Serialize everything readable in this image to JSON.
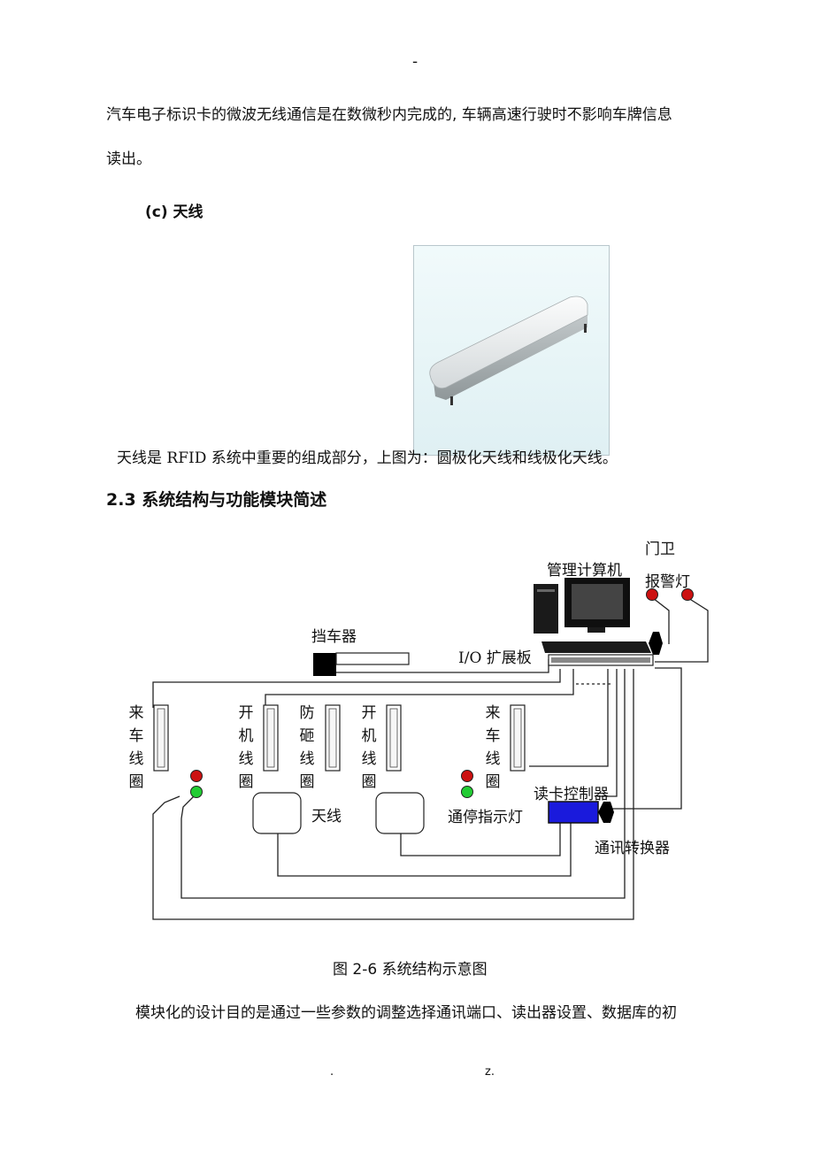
{
  "header": {
    "mark": "-"
  },
  "paragraphs": {
    "p1_line1": "汽车电子标识卡的微波无线通信是在数微秒内完成的, 车辆高速行驶时不影响车牌信息",
    "p1_line2": "读出。",
    "subheading": "(c)  天线",
    "antenna_desc": "天线是 RFID 系统中重要的组成部分，上图为：圆极化天线和线极化天线。",
    "section_heading": "2.3 系统结构与功能模块简述",
    "figure_caption": "图 2-6 系统结构示意图",
    "p2_line1": "模块化的设计目的是通过一些参数的调整选择通讯端口、读出器设置、数据库的初"
  },
  "diagram": {
    "guard": "门卫",
    "computer": "管理计算机",
    "alarm_light": "报警灯",
    "barrier": "挡车器",
    "io_board": "I/O 扩展板",
    "coil_incoming_left": "来车线圈",
    "coil_open_1": "开机线圈",
    "coil_anti_smash": "防砸线圈",
    "coil_open_2": "开机线圈",
    "coil_incoming_right": "来车线圈",
    "card_reader_controller": "读卡控制器",
    "antenna": "天线",
    "pass_stop_light": "通停指示灯",
    "comm_converter": "通讯转换器"
  },
  "footer": {
    "left": ".",
    "right": "z."
  },
  "colors": {
    "red_light": "#cc1111",
    "green_light": "#22cc33",
    "reader_blue": "#1a1adc"
  }
}
